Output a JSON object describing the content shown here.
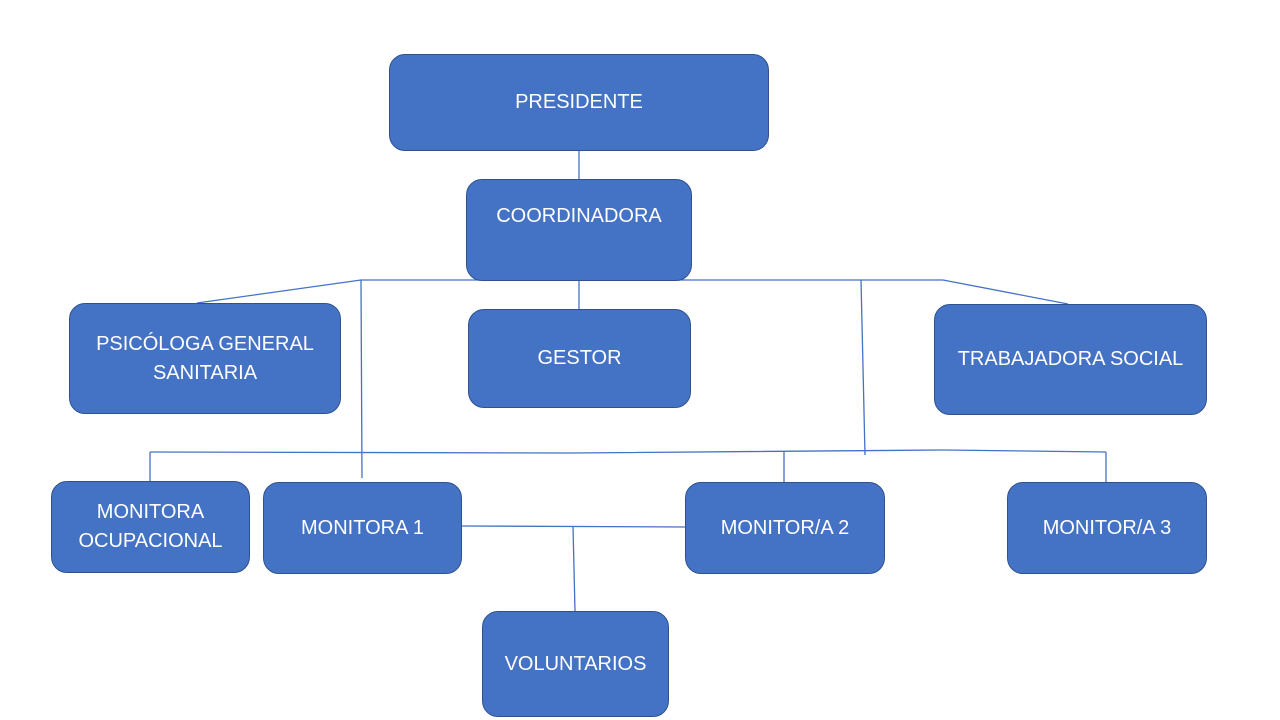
{
  "colors": {
    "node_fill": "#4472C4",
    "node_border": "#2F528F",
    "connector": "#4472C4",
    "text": "#FFFFFF",
    "background": "#FFFFFF"
  },
  "nodes": {
    "presidente": "PRESIDENTE",
    "coordinadora": "COORDINADORA",
    "psicologa": "PSICÓLOGA GENERAL SANITARIA",
    "gestor": "GESTOR",
    "trabajadora_social": "TRABAJADORA SOCIAL",
    "monitora_ocupacional": "MONITORA OCUPACIONAL",
    "monitora_1": "MONITORA 1",
    "monitor_a_2": "MONITOR/A 2",
    "monitor_a_3": "MONITOR/A 3",
    "voluntarios": "VOLUNTARIOS"
  }
}
